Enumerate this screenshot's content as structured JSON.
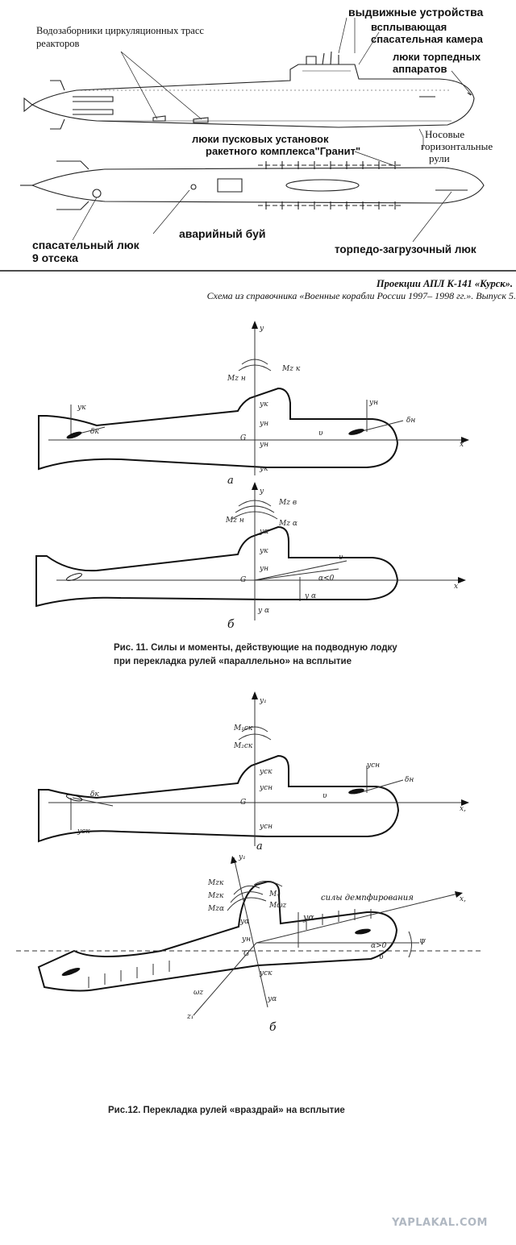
{
  "section1": {
    "labels": {
      "water_intakes": "Водозаборники циркуляционных трасс",
      "water_intakes_2": "реакторов",
      "retractable": "выдвижные устройства",
      "rescue_chamber_1": "всплывающая",
      "rescue_chamber_2": "спасательная камера",
      "torpedo_hatches_1": "люки торпедных",
      "torpedo_hatches_2": "аппаратов",
      "launcher_hatches_1": "люки пусковых установок",
      "launcher_hatches_2": "ракетного комплекса\"Гранит\"",
      "bow_rudders_1": "Носовые",
      "bow_rudders_2": "горизонтальные",
      "bow_rudders_3": "рули",
      "emergency_buoy": "аварийный буй",
      "rescue_hatch_1": "спасательный люк",
      "rescue_hatch_2": "9 отсека",
      "torpedo_loading": "торпедо-загрузочный люк"
    },
    "caption_title": "Проекции АПЛ К-141 «Курск».",
    "caption_sub": "Схема из справочника «Военные корабли России 1997– 1998 гг.». Выпуск 5."
  },
  "fig11": {
    "caption_1": "Рис. 11. Силы и моменты, действующие на подводную лодку",
    "caption_2": "при перекладка рулей «параллельно» на всплытие",
    "part_a": "а",
    "part_b": "б"
  },
  "fig12": {
    "caption": "Рис.12. Перекладка рулей «враздрай» на всплытие",
    "damping": "силы демпфирования",
    "part_a": "а",
    "part_b": "б"
  },
  "watermark": "YAPLAKAL.COM"
}
